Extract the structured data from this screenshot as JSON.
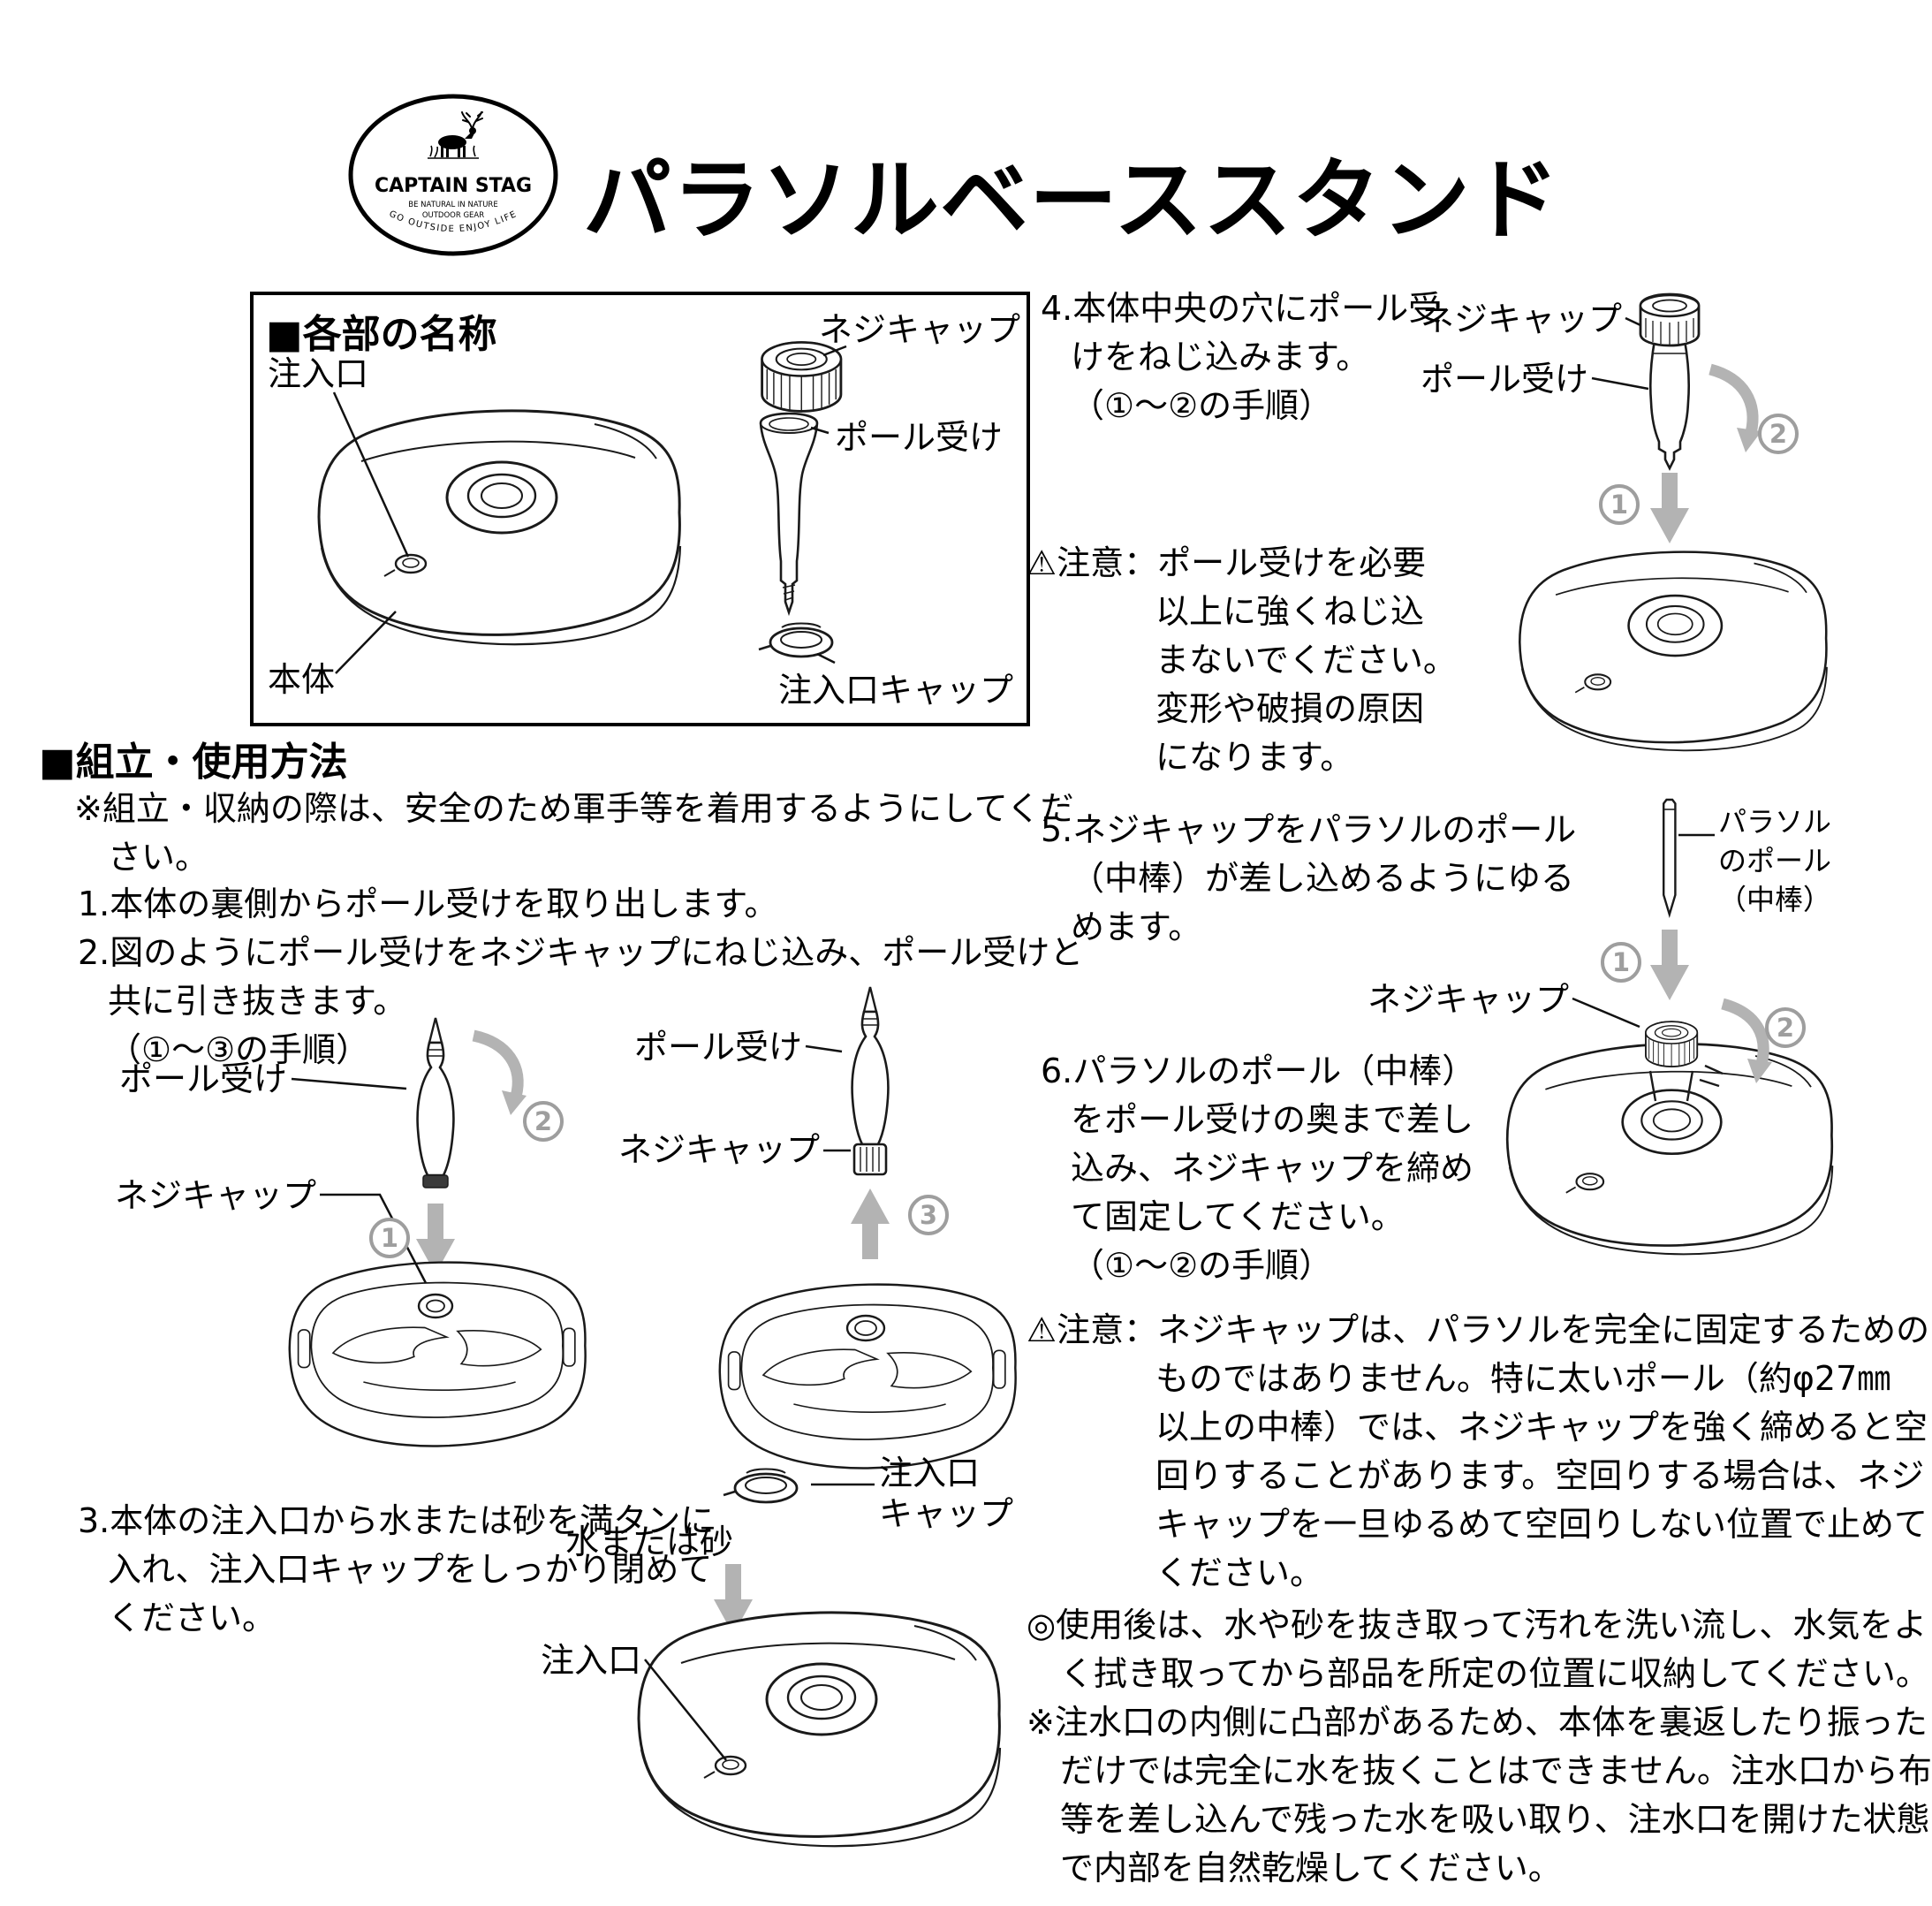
{
  "meta": {
    "bg": "#ffffff",
    "ink": "#000000",
    "line_art": "#1a1a1a",
    "arrow_color": "#b3b3b3",
    "number_badge_color": "#9e9e9e"
  },
  "header": {
    "title": "パラソルベーススタンド",
    "logo": {
      "brand": "CAPTAIN STAG",
      "tagline1": "BE NATURAL IN NATURE",
      "tagline2": "OUTDOOR GEAR",
      "arc": "GO OUTSIDE ENJOY LIFE"
    }
  },
  "parts_section": {
    "heading": "■各部の名称"
  },
  "labels": {
    "inlet": "注入口",
    "body": "本体",
    "screw_cap": "ネジキャップ",
    "pole_receiver": "ポール受け",
    "inlet_cap": "注入口キャップ",
    "inlet_cap_2l": [
      "注入口",
      "キャップ"
    ],
    "water_or_sand": "水または砂",
    "parasol_pole_3l": [
      "パラソル",
      "のポール",
      "（中棒）"
    ]
  },
  "assembly": {
    "heading": "■組立・使用方法",
    "note": [
      "※組立・収納の際は、安全のため軍手等を着用するようにしてくだ",
      "さい。"
    ],
    "step1": [
      "1.本体の裏側からポール受けを取り出します。"
    ],
    "step2": [
      "2.図のようにポール受けをネジキャップにねじ込み、ポール受けと",
      "共に引き抜きます。",
      "（①～③の手順）"
    ],
    "step3": [
      "3.本体の注入口から水または砂を満タンに",
      "入れ、注入口キャップをしっかり閉めて",
      "ください。"
    ],
    "step4": [
      "4.本体中央の穴にポール受",
      "けをねじ込みます。",
      "（①～②の手順）"
    ],
    "caution1": [
      "⚠注意：ポール受けを必要",
      "以上に強くねじ込",
      "まないでください。",
      "変形や破損の原因",
      "になります。"
    ],
    "step5": [
      "5.ネジキャップをパラソルのポール",
      "（中棒）が差し込めるようにゆる",
      "めます。"
    ],
    "step6": [
      "6.パラソルのポール（中棒）",
      "をポール受けの奥まで差し",
      "込み、ネジキャップを締め",
      "て固定してください。",
      "（①～②の手順）"
    ],
    "caution2": [
      "⚠注意：ネジキャップは、パラソルを完全に固定するための",
      "ものではありません。特に太いポール（約φ27㎜",
      "以上の中棒）では、ネジキャップを強く締めると空",
      "回りすることがあります。空回りする場合は、ネジ",
      "キャップを一旦ゆるめて空回りしない位置で止めて",
      "ください。"
    ],
    "after_use": [
      "◎使用後は、水や砂を抜き取って汚れを洗い流し、水気をよ",
      "く拭き取ってから部品を所定の位置に収納してください。"
    ],
    "drain_note": [
      "※注水口の内側に凸部があるため、本体を裏返したり振った",
      "だけでは完全に水を抜くことはできません。注水口から布",
      "等を差し込んで残った水を吸い取り、注水口を開けた状態",
      "で内部を自然乾燥してください。"
    ]
  },
  "step_numbers": {
    "n1": "1",
    "n2": "2",
    "n3": "3"
  }
}
